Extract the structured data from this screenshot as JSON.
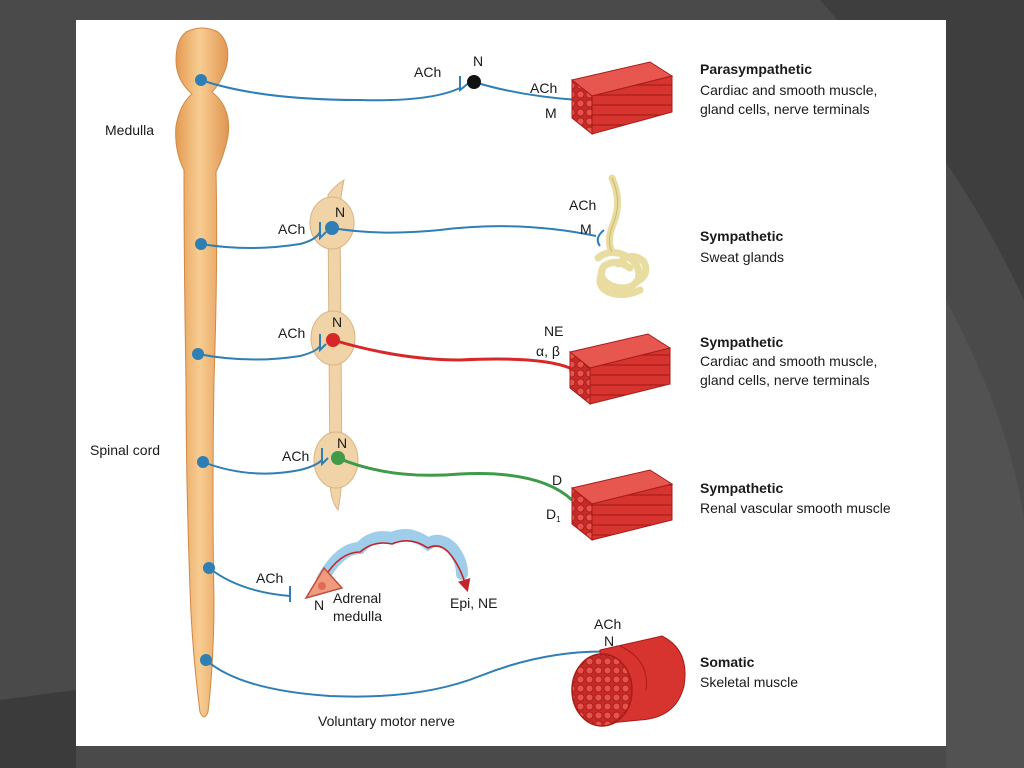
{
  "labels": {
    "medulla": "Medulla",
    "spinal_cord": "Spinal cord",
    "voluntary_motor_nerve": "Voluntary motor nerve",
    "adrenal_medulla_1": "Adrenal",
    "adrenal_medulla_2": "medulla",
    "epi_ne": "Epi, NE"
  },
  "pathways": [
    {
      "title": "Parasympathetic",
      "desc1": "Cardiac and smooth muscle,",
      "desc2": "gland cells, nerve terminals",
      "pre": "ACh",
      "ganglion": "N",
      "post": "ACh",
      "receptor": "M"
    },
    {
      "title": "Sympathetic",
      "desc1": "Sweat glands",
      "pre": "ACh",
      "ganglion": "N",
      "post": "ACh",
      "receptor": "M"
    },
    {
      "title": "Sympathetic",
      "desc1": "Cardiac and smooth muscle,",
      "desc2": "gland cells, nerve terminals",
      "pre": "ACh",
      "ganglion": "N",
      "post": "NE",
      "receptor": "α, β"
    },
    {
      "title": "Sympathetic",
      "desc1": "Renal vascular smooth muscle",
      "pre": "ACh",
      "ganglion": "N",
      "post": "D",
      "receptor": "D",
      "receptor_sub": "1"
    },
    {
      "pre": "ACh",
      "receptor": "N"
    },
    {
      "title": "Somatic",
      "desc1": "Skeletal muscle",
      "post": "ACh",
      "receptor": "N"
    }
  ],
  "colors": {
    "nerve": "#2f7fb5",
    "adrenergic": "#d62828",
    "dopaminergic": "#3f9a4a",
    "cord": "#f3b977",
    "muscle": "#d8342f",
    "ganglion": "#f1d3a8",
    "background": "#4a4a4a"
  }
}
